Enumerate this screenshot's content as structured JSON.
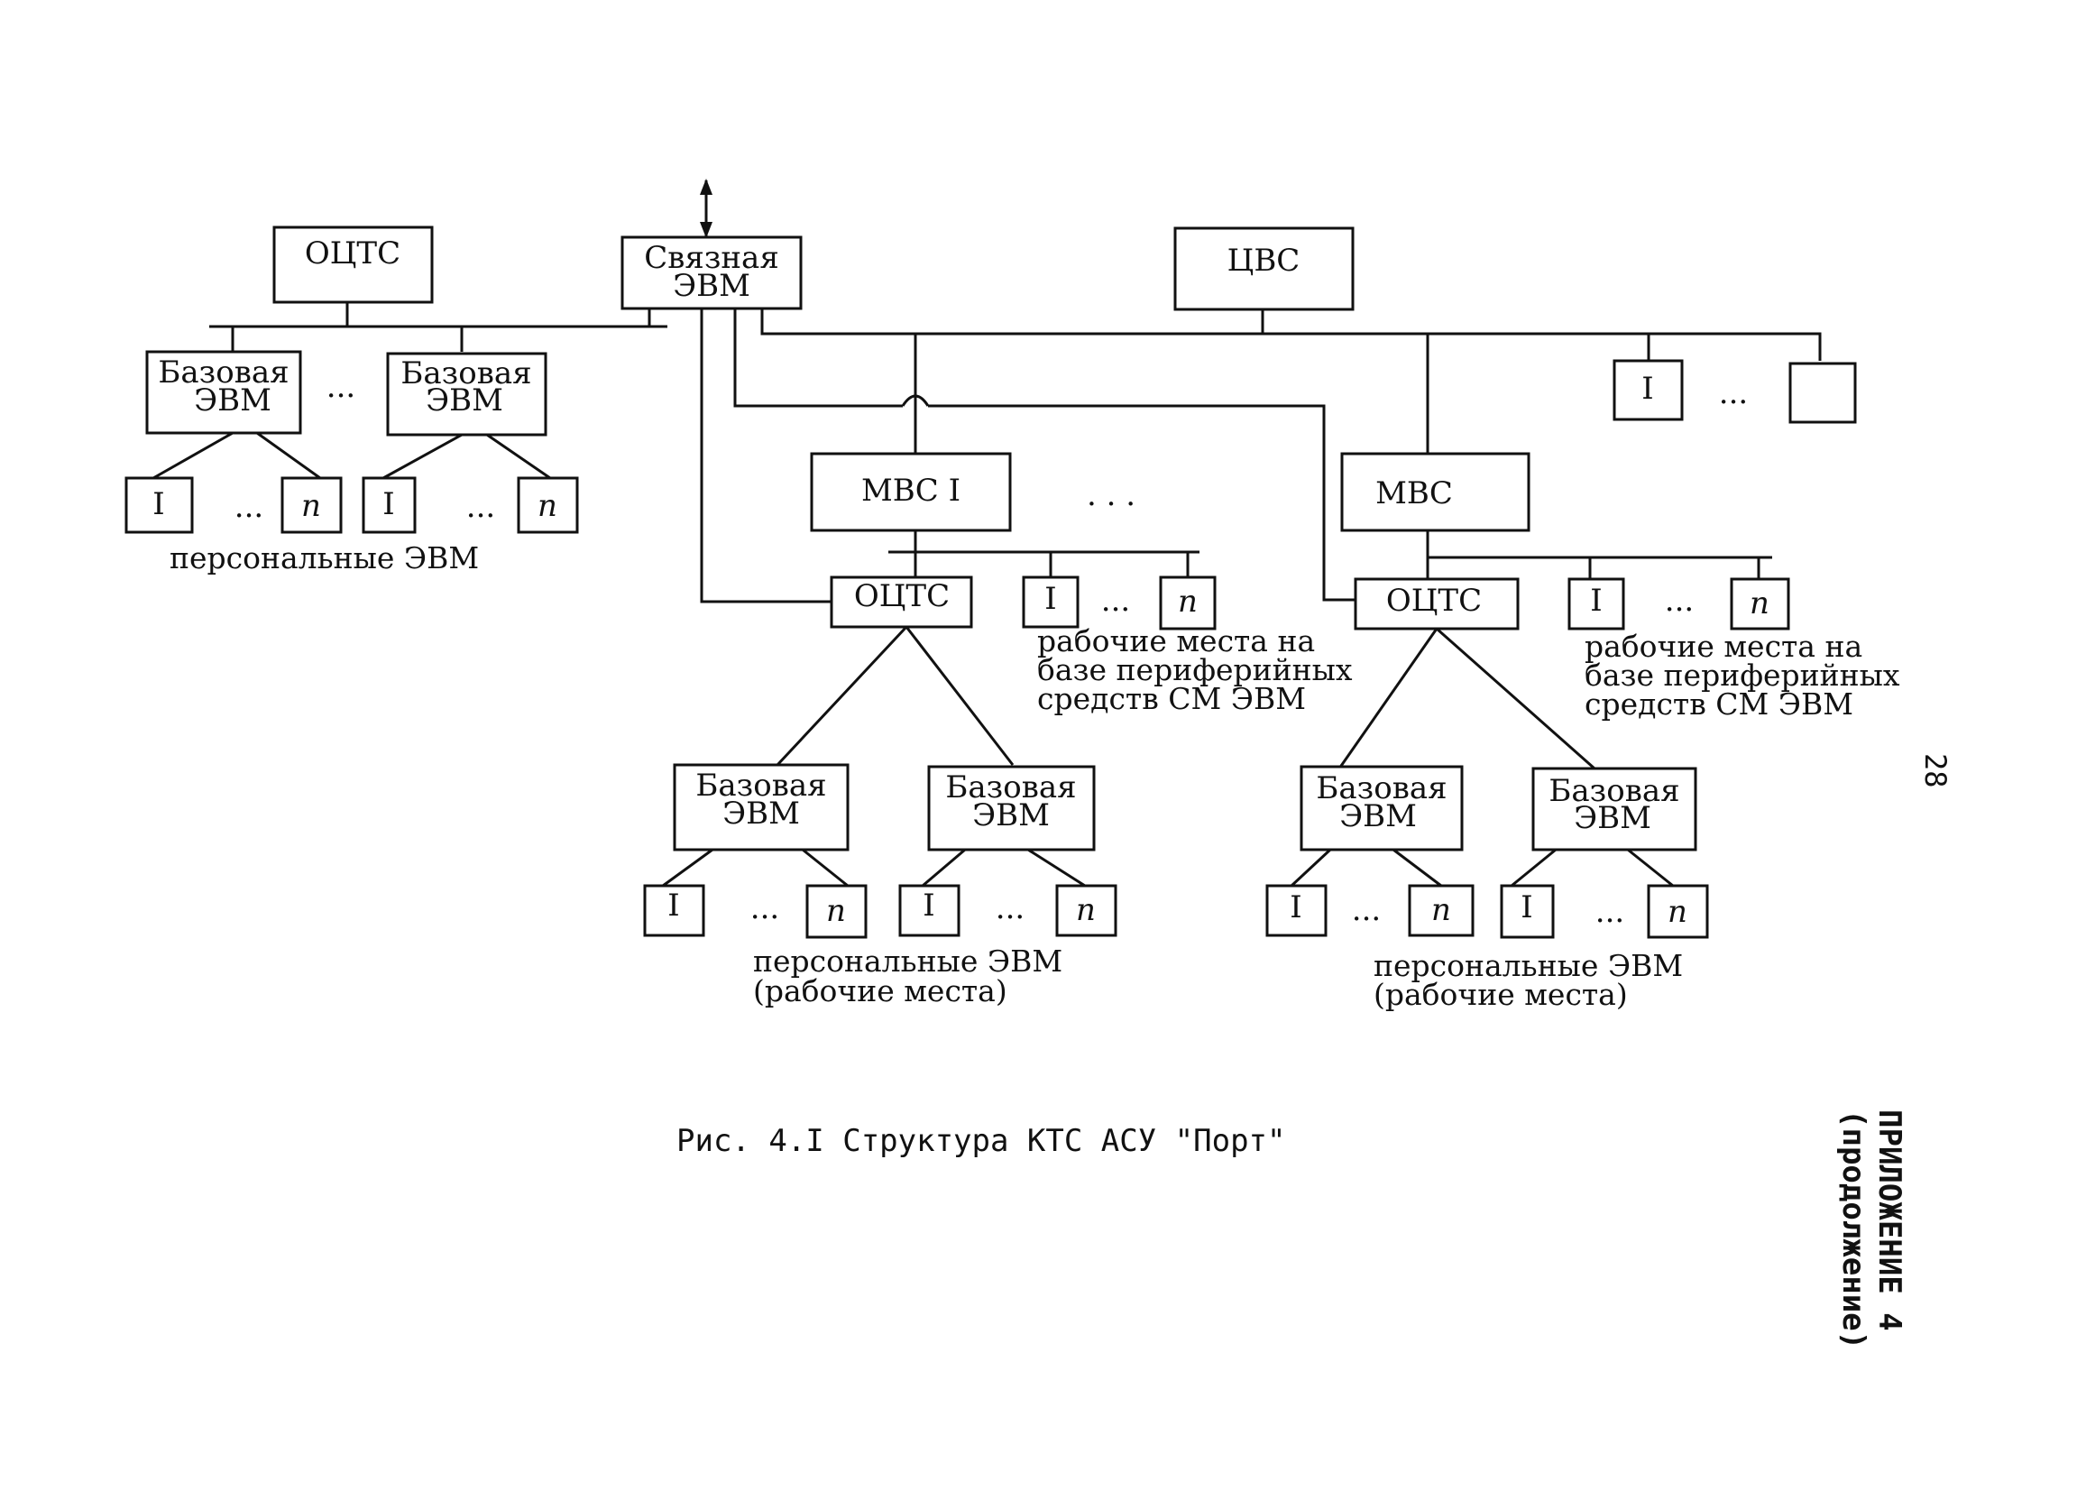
{
  "nodes": {
    "octs_top": "ОЦТС",
    "comm_computer_1": "Связная",
    "comm_computer_2": "ЭВМ",
    "cvs": "ЦВС",
    "base_1": "Базовая",
    "evm": "ЭВМ",
    "mvs_1": "МВС I",
    "mvs_2": "МВС",
    "octs": "ОЦТС",
    "terminal_first": "I",
    "terminal_last": "n",
    "ellipsis": "...",
    "ellipsis_wide": ". . ."
  },
  "labels": {
    "personal_evm": "персональные ЭВМ",
    "workplaces": "(рабочие места)",
    "peripheral_1": "рабочие места на",
    "peripheral_2": "базе периферийных",
    "peripheral_3": "средств СМ ЭВМ"
  },
  "caption": "Рис. 4.I Структура КТС АСУ \"Порт\"",
  "page_number": "28",
  "appendix_line1": "ПРИЛОЖЕНИЕ 4",
  "appendix_line2": "(продолжение)"
}
